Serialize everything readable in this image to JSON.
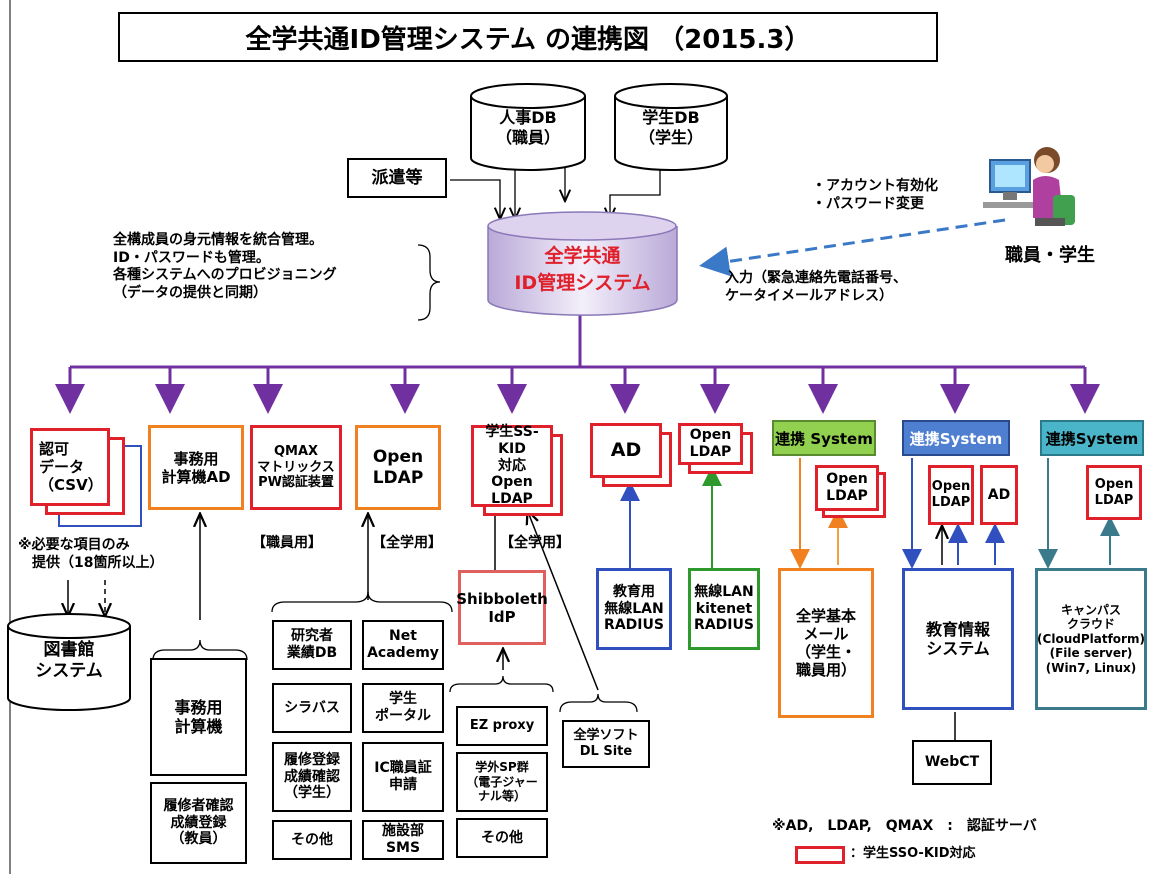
{
  "title": "全学共通ID管理システム の連携図 （2015.3）",
  "sources": {
    "jinji_db": "人事DB\n（職員）",
    "gakusei_db": "学生DB\n（学生）",
    "haken": "派遣等"
  },
  "center": {
    "line1": "全学共通",
    "line2": "ID管理システム"
  },
  "center_note": "全構成員の身元情報を統合管理。\nID・パスワードも管理。\n各種システムへのプロビジョニング\n（データの提供と同期）",
  "user": {
    "label": "職員・学生",
    "actions": "・アカウント有効化\n・パスワード変更",
    "input_note": "入力（緊急連絡先電話番号、\nケータイメールアドレス）"
  },
  "targets": {
    "ninka": "認可\nデータ\n（CSV）",
    "jimu_ad": "事務用\n計算機AD",
    "qmax": "QMAX\nマトリックス\nPW認証装置",
    "open_ldap": "Open\nLDAP",
    "sso_ldap": "学生SS-KID\n対応\nOpen\nLDAP",
    "ad": "AD",
    "open_ldap2": "Open\nLDAP",
    "renkei1": "連携 System",
    "renkei2": "連携System",
    "renkei3": "連携System",
    "sub_open_ldap1": "Open\nLDAP",
    "sub_open_ldap2": "Open\nLDAP",
    "sub_ad": "AD",
    "sub_open_ldap3": "Open\nLDAP"
  },
  "notes": {
    "hitsuyou": "※必要な項目のみ\n　提供（18箇所以上）",
    "shokuin_you": "【職員用】",
    "zengaku_you": "【全学用】",
    "zengaku_you2": "【全学用】"
  },
  "lower": {
    "toshokan": "図書館\nシステム",
    "jimu_keisanki": "事務用\n計算機",
    "rishusha": "履修者確認\n成績登録\n（教員）",
    "kenkyusha": "研究者\n業績DB",
    "net_academy": "Net\nAcademy",
    "syllabus": "シラバス",
    "gakusei_portal": "学生\nポータル",
    "rishu_touroku": "履修登録\n成績確認\n（学生）",
    "ic_shokuinsho": "IC職員証\n申請",
    "sonota1": "その他",
    "shisetsubu": "施設部\nSMS",
    "shibboleth": "Shibboleth\nIdP",
    "ez_proxy": "EZ proxy",
    "gakugai_sp": "学外SP群\n（電子ジャー\nナル等）",
    "sonota2": "その他",
    "zengaku_soft": "全学ソフト\nDL Site",
    "kyouiku_radius": "教育用\n無線LAN\nRADIUS",
    "kitenet_radius": "無線LAN\nkitenet\nRADIUS",
    "zengaku_mail": "全学基本\nメール\n（学生・\n職員用）",
    "kyouiku_system": "教育情報\nシステム",
    "webct": "WebCT",
    "campus_cloud": "キャンパス\nクラウド\n(CloudPlatform)\n(File server)\n(Win7, Linux)"
  },
  "legend": {
    "auth_note": "※AD,　LDAP,　QMAX　:　認証サーバ",
    "sso_note": "：学生SSO-KID対応"
  },
  "colors": {
    "red": "#e0202a",
    "orange": "#f08020",
    "green": "#2e9a2e",
    "blue": "#3050c0",
    "purple": "#7030a0",
    "teal": "#3a7a8a",
    "dashed_arrow": "#3a78c8"
  }
}
